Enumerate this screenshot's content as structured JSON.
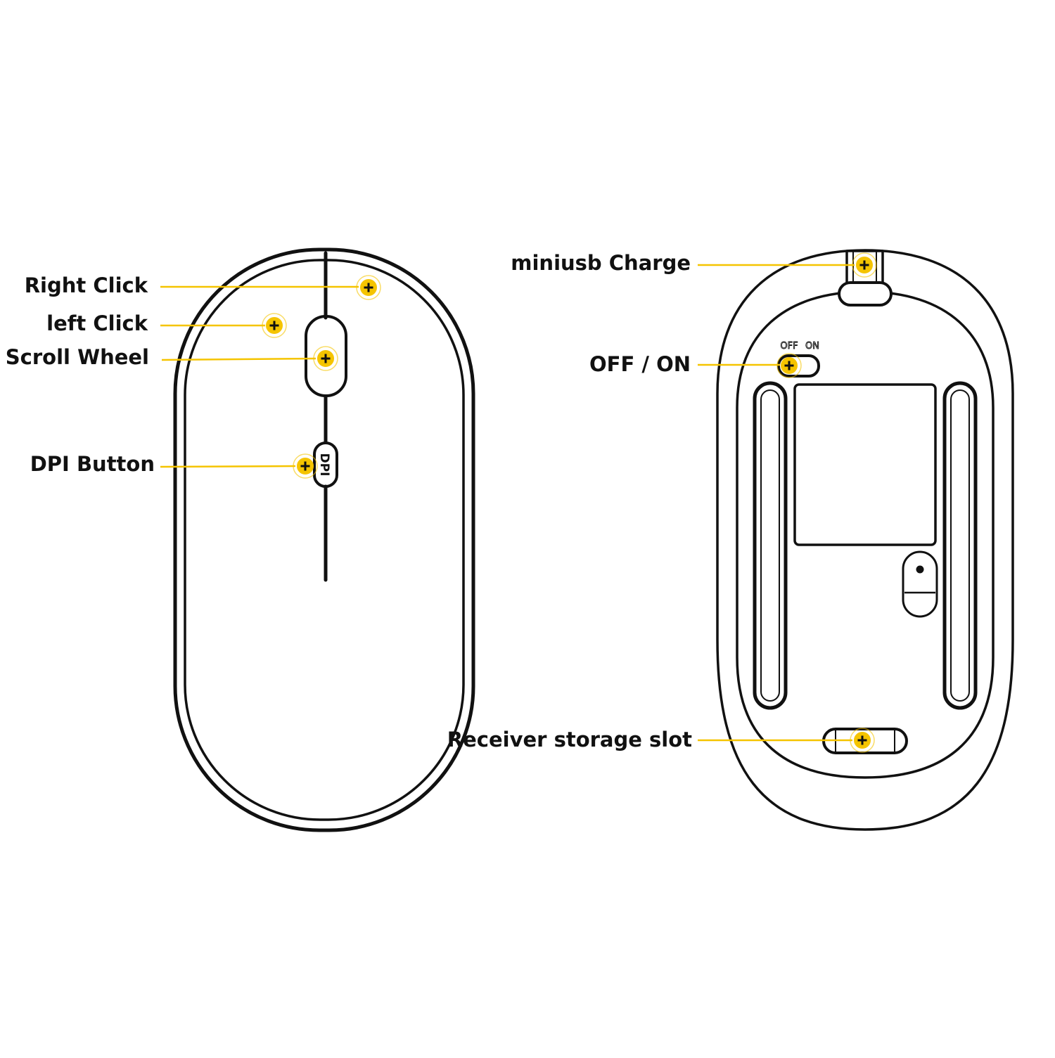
{
  "colors": {
    "outline": "#111111",
    "accent": "#f5c400",
    "marker_fill": "#f5c400",
    "background": "#ffffff"
  },
  "top_view": {
    "labels": {
      "right_click": "Right Click",
      "left_click": "left Click",
      "scroll_wheel": "Scroll Wheel",
      "dpi_button": "DPI Button"
    },
    "dpi_text": "DPI"
  },
  "bottom_view": {
    "labels": {
      "miniusb_charge": "miniusb Charge",
      "off_on": "OFF / ON",
      "receiver_slot": "Receiver storage slot"
    },
    "switch_off": "OFF",
    "switch_on": "ON"
  },
  "icons": {
    "marker": "plus-marker-icon"
  }
}
